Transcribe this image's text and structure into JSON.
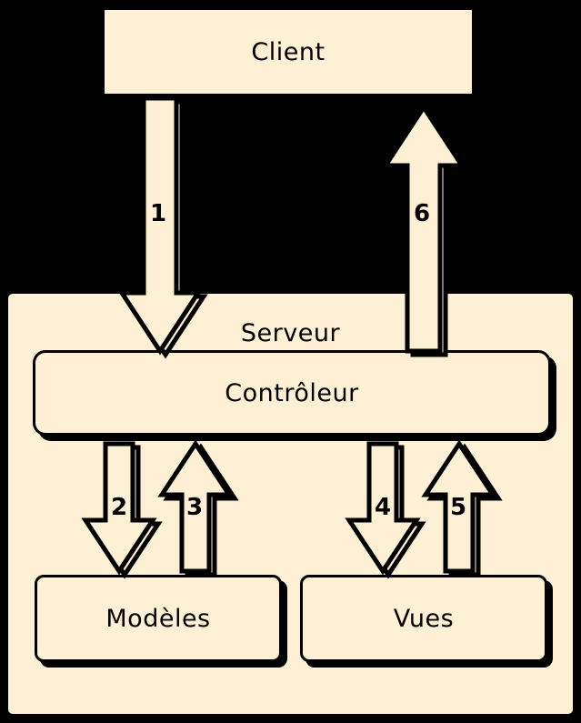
{
  "diagram": {
    "title_boxes": {
      "client": "Client",
      "server": "Serveur",
      "controller": "Contrôleur",
      "models": "Modèles",
      "views": "Vues"
    },
    "arrows": [
      {
        "id": "1",
        "label": "1",
        "from": "client",
        "to": "controller",
        "direction": "down"
      },
      {
        "id": "2",
        "label": "2",
        "from": "controller",
        "to": "models",
        "direction": "down"
      },
      {
        "id": "3",
        "label": "3",
        "from": "models",
        "to": "controller",
        "direction": "up"
      },
      {
        "id": "4",
        "label": "4",
        "from": "controller",
        "to": "views",
        "direction": "down"
      },
      {
        "id": "5",
        "label": "5",
        "from": "views",
        "to": "controller",
        "direction": "up"
      },
      {
        "id": "6",
        "label": "6",
        "from": "controller",
        "to": "client",
        "direction": "up"
      }
    ],
    "colors": {
      "background": "#000000",
      "box_fill": "#fdf0d5",
      "stroke": "#000000"
    }
  }
}
